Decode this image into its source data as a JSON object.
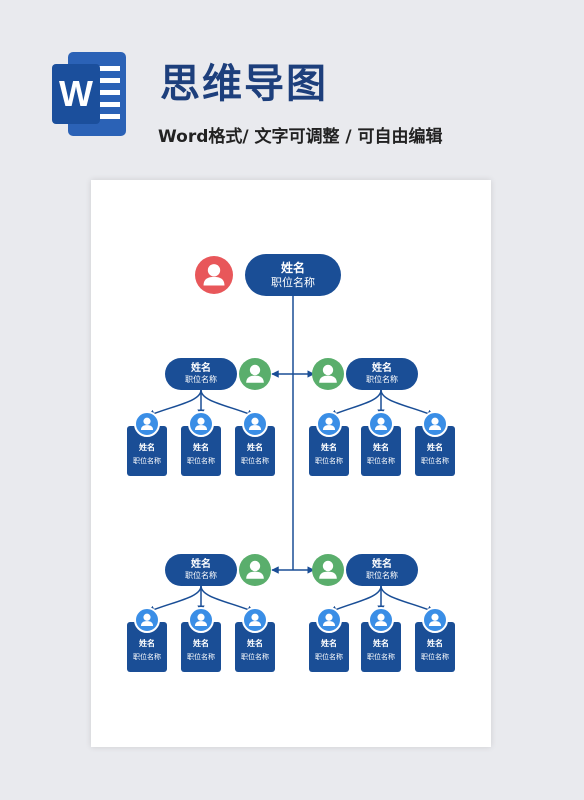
{
  "header": {
    "logo_letter": "W",
    "title": "思维导图",
    "subtitle": "Word格式/ 文字可调整 / 可自由编辑"
  },
  "colors": {
    "primary": "#1a4e96",
    "root_avatar": "#e8575a",
    "branch_avatar": "#5aae6c",
    "leaf_avatar": "#3a8ee6",
    "title": "#1d3f7c"
  },
  "root": {
    "name": "姓名",
    "title": "职位名称"
  },
  "branches": [
    {
      "name": "姓名",
      "title": "职位名称",
      "children": [
        {
          "name": "姓名",
          "title": "职位名称"
        },
        {
          "name": "姓名",
          "title": "职位名称"
        },
        {
          "name": "姓名",
          "title": "职位名称"
        }
      ]
    },
    {
      "name": "姓名",
      "title": "职位名称",
      "children": [
        {
          "name": "姓名",
          "title": "职位名称"
        },
        {
          "name": "姓名",
          "title": "职位名称"
        },
        {
          "name": "姓名",
          "title": "职位名称"
        }
      ]
    },
    {
      "name": "姓名",
      "title": "职位名称",
      "children": [
        {
          "name": "姓名",
          "title": "职位名称"
        },
        {
          "name": "姓名",
          "title": "职位名称"
        },
        {
          "name": "姓名",
          "title": "职位名称"
        }
      ]
    },
    {
      "name": "姓名",
      "title": "职位名称",
      "children": [
        {
          "name": "姓名",
          "title": "职位名称"
        },
        {
          "name": "姓名",
          "title": "职位名称"
        },
        {
          "name": "姓名",
          "title": "职位名称"
        }
      ]
    }
  ]
}
